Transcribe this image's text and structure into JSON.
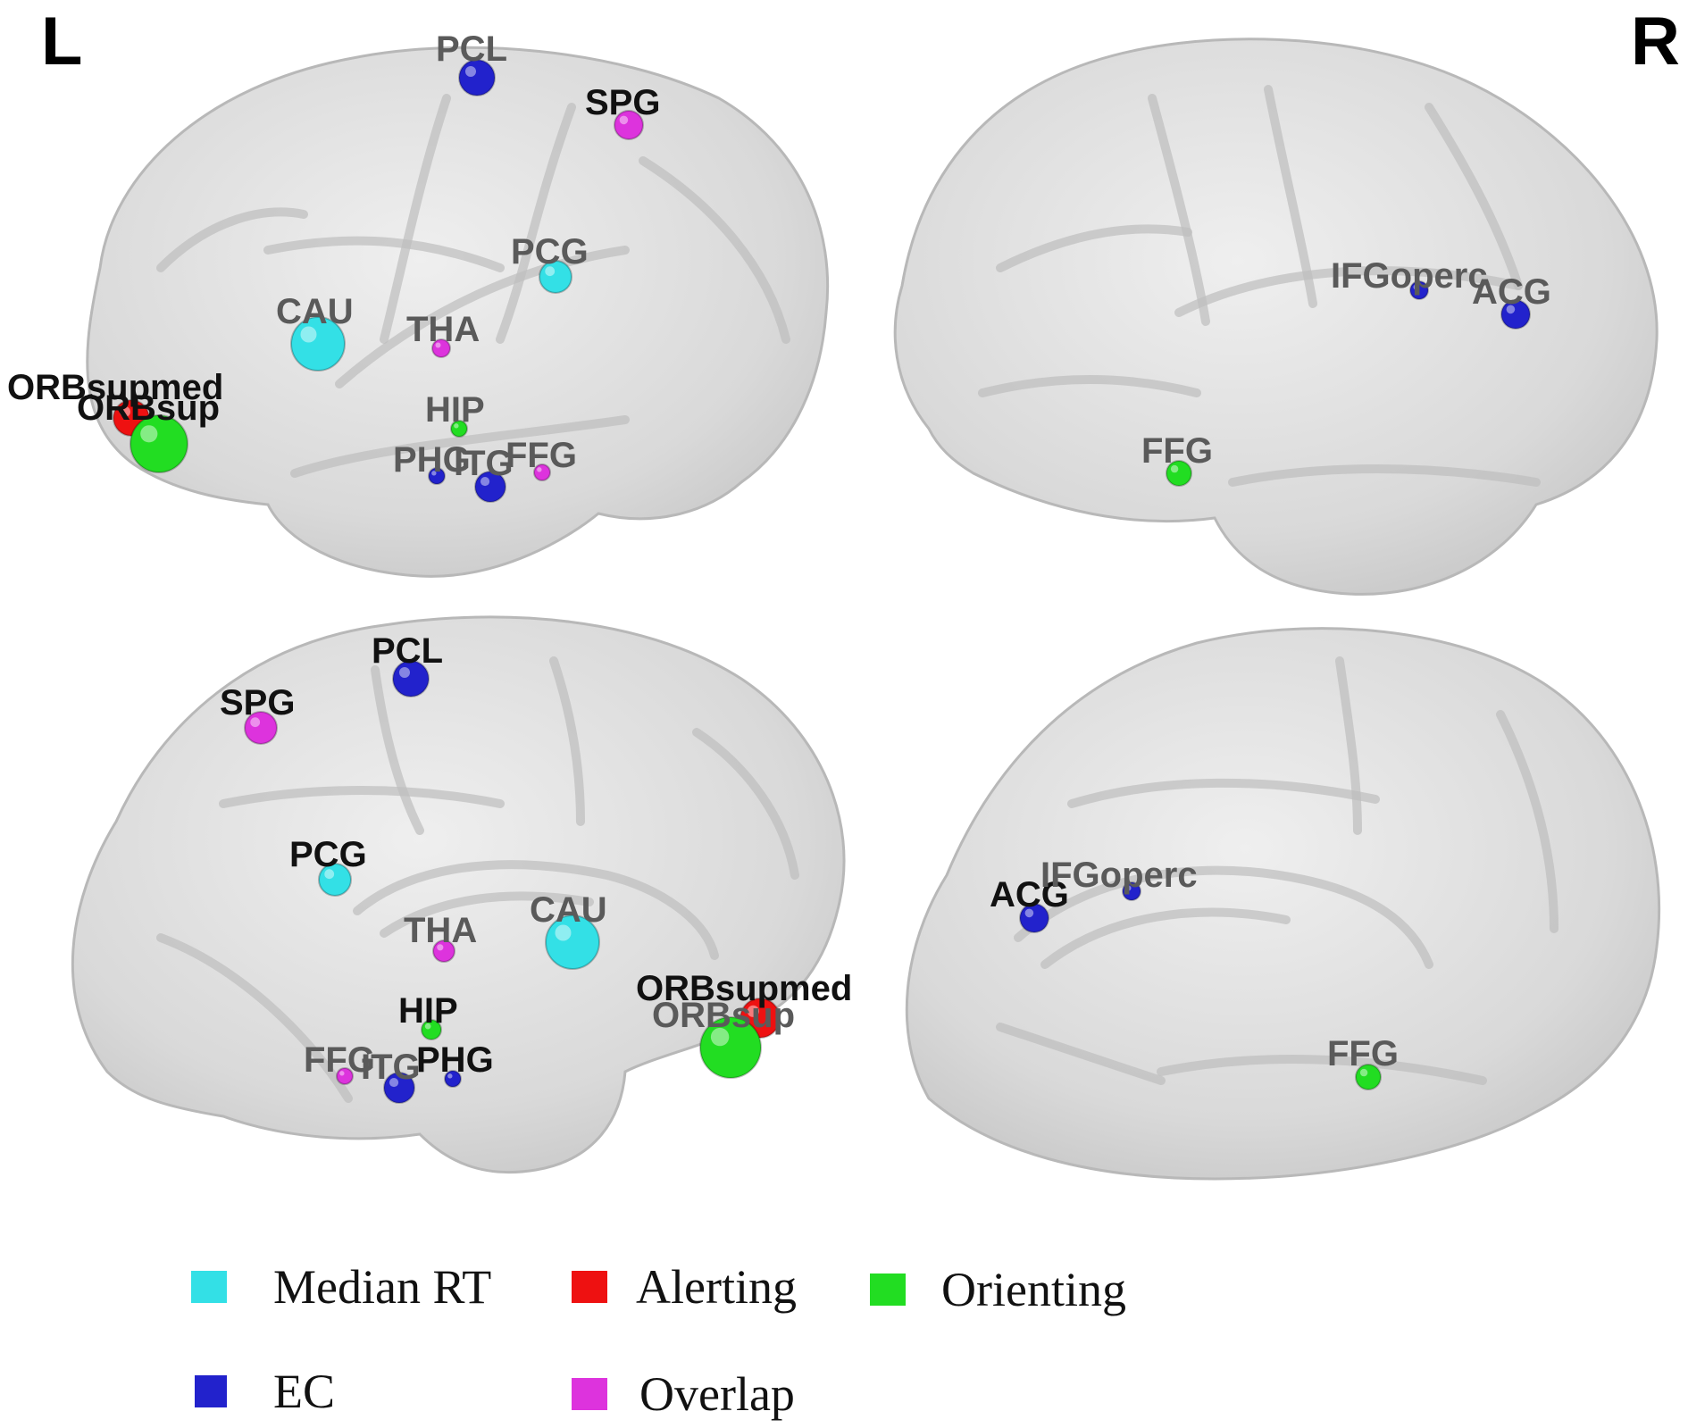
{
  "hemispheres": {
    "left": "L",
    "right": "R"
  },
  "colors": {
    "median_rt": "#33e0e6",
    "alerting": "#ee1111",
    "orienting": "#22dd22",
    "ec": "#2222cc",
    "overlap": "#dd33dd",
    "brain_fill": "#dcdcdc",
    "brain_stroke": "#b8b8b8"
  },
  "legend": [
    {
      "key": "median_rt",
      "label": "Median RT"
    },
    {
      "key": "alerting",
      "label": "Alerting"
    },
    {
      "key": "orienting",
      "label": "Orienting"
    },
    {
      "key": "ec",
      "label": "EC"
    },
    {
      "key": "overlap",
      "label": "Overlap"
    }
  ],
  "views": {
    "left_lateral": [
      {
        "label": "PCL",
        "category": "ec"
      },
      {
        "label": "SPG",
        "category": "overlap"
      },
      {
        "label": "PCG",
        "category": "median_rt"
      },
      {
        "label": "CAU",
        "category": "median_rt"
      },
      {
        "label": "THA",
        "category": "overlap"
      },
      {
        "label": "ORBsupmed",
        "category": "alerting"
      },
      {
        "label": "ORBsup",
        "category": "orienting"
      },
      {
        "label": "HIP",
        "category": "orienting"
      },
      {
        "label": "PHG",
        "category": "ec"
      },
      {
        "label": "ITG",
        "category": "ec"
      },
      {
        "label": "FFG",
        "category": "overlap"
      }
    ],
    "right_lateral": [
      {
        "label": "IFGoperc",
        "category": "ec"
      },
      {
        "label": "ACG",
        "category": "ec"
      },
      {
        "label": "FFG",
        "category": "orienting"
      }
    ],
    "left_medial": [
      {
        "label": "PCL",
        "category": "ec"
      },
      {
        "label": "SPG",
        "category": "overlap"
      },
      {
        "label": "PCG",
        "category": "median_rt"
      },
      {
        "label": "THA",
        "category": "overlap"
      },
      {
        "label": "CAU",
        "category": "median_rt"
      },
      {
        "label": "ORBsupmed",
        "category": "alerting"
      },
      {
        "label": "ORBsup",
        "category": "orienting"
      },
      {
        "label": "HIP",
        "category": "orienting"
      },
      {
        "label": "FFG",
        "category": "overlap"
      },
      {
        "label": "ITG",
        "category": "ec"
      },
      {
        "label": "PHG",
        "category": "ec"
      }
    ],
    "right_medial": [
      {
        "label": "ACG",
        "category": "ec"
      },
      {
        "label": "IFGoperc",
        "category": "ec"
      },
      {
        "label": "FFG",
        "category": "orienting"
      }
    ]
  }
}
